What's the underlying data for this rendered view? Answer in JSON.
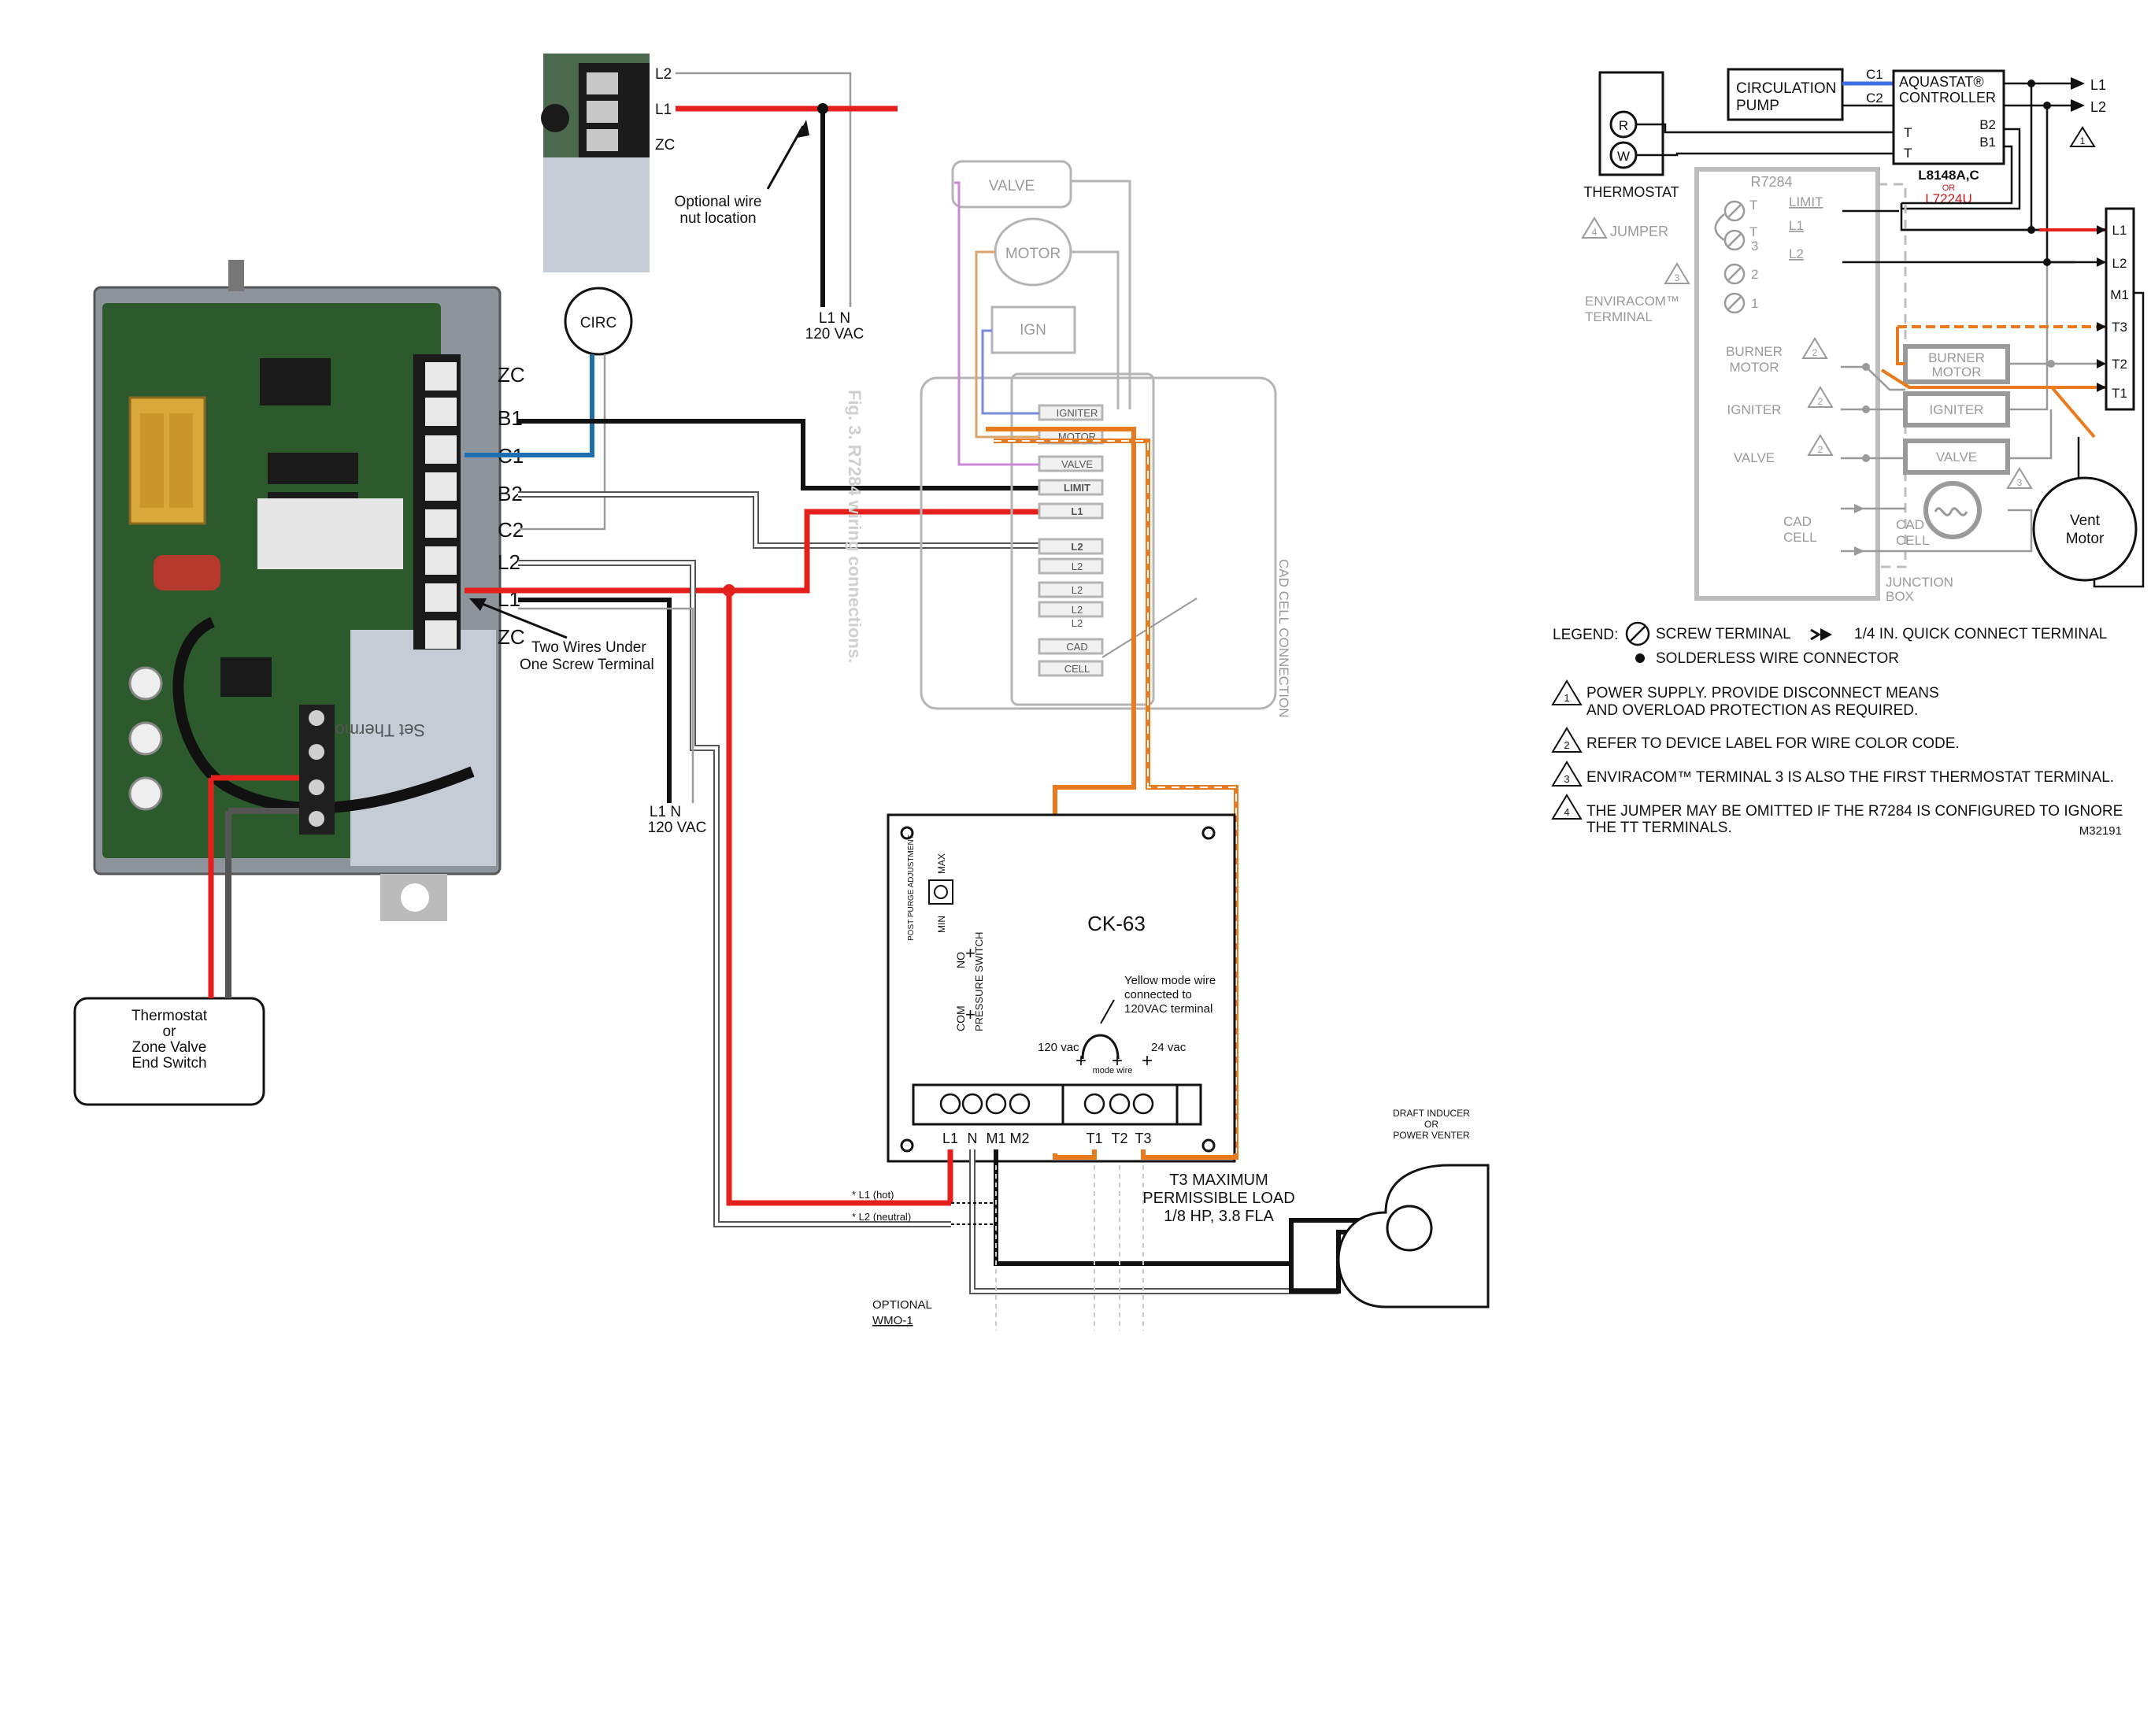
{
  "controller_photo": {
    "terminals": [
      "ZC",
      "B1",
      "C1",
      "B2",
      "C2",
      "L2",
      "L1",
      "ZC"
    ],
    "two_wires_note": [
      "Two Wires Under",
      "One Screw Terminal"
    ],
    "thermostat_box": [
      "Thermostat",
      "or",
      "Zone Valve",
      "End Switch"
    ],
    "circ_label": "CIRC"
  },
  "inset": {
    "terminals": [
      "L2",
      "L1",
      "ZC"
    ],
    "note": [
      "Optional wire",
      "nut location"
    ],
    "supply": [
      "L1    N",
      "120 VAC"
    ]
  },
  "supply_left": [
    "L1    N",
    "120 VAC"
  ],
  "r7284": {
    "fig_caption": "Fig. 3. R7284 wiring connections.",
    "devices": [
      "VALVE",
      "MOTOR",
      "IGN"
    ],
    "board_terminals": [
      "IGNITER",
      "MOTOR",
      "VALVE",
      "LIMIT",
      "L1",
      "L2",
      "L2",
      "L2",
      "L2",
      "L2",
      "CAD",
      "CELL"
    ],
    "cad_cell_connection": "CAD CELL CONNECTION"
  },
  "ck63": {
    "title": "CK-63",
    "postpurge": "POST PURGE ADJUSTMENT",
    "min": "MIN",
    "max": "MAX",
    "no": "NO",
    "com": "COM",
    "pressure_switch": "PRESSURE SWITCH",
    "mode_note": [
      "Yellow mode wire",
      "connected to",
      "120VAC terminal"
    ],
    "v120": "120 vac",
    "v24": "24 vac",
    "mode_wire": "mode wire",
    "terminals": [
      "L1",
      "N",
      "M1",
      "M2",
      "T1",
      "T2",
      "T3"
    ],
    "t3_load": [
      "T3 MAXIMUM",
      "PERMISSIBLE LOAD",
      "1/8 HP, 3.8 FLA"
    ],
    "l1_hot": "* L1 (hot)",
    "l2_neutral": "* L2 (neutral)",
    "optional": [
      "OPTIONAL",
      "WMO-1"
    ],
    "draft": [
      "DRAFT INDUCER",
      "OR",
      "POWER VENTER"
    ]
  },
  "schematic": {
    "circulation_pump": [
      "CIRCULATION",
      "PUMP"
    ],
    "aquastat": [
      "AQUASTAT®",
      "CONTROLLER"
    ],
    "model": "L8148A,C",
    "or_word": "OR",
    "alt_model": "L7224U",
    "c1": "C1",
    "c2": "C2",
    "t": "T",
    "b2": "B2",
    "b1": "B1",
    "l1": "L1",
    "l2": "L2",
    "thermostat": "THERMOSTAT",
    "r": "R",
    "w": "W",
    "r7284": "R7284",
    "t_labels": [
      "T",
      "T",
      "3"
    ],
    "limit": "LIMIT",
    "sch_l1": "L1",
    "sch_l2": "L2",
    "nums": [
      "2",
      "1"
    ],
    "jumper": "JUMPER",
    "enviracom": [
      "ENVIRACOM™",
      "TERMINAL"
    ],
    "burner_motor": [
      "BURNER",
      "MOTOR"
    ],
    "igniter": "IGNITER",
    "valve": "VALVE",
    "cad_cell": [
      "CAD",
      "CELL"
    ],
    "junction_box": [
      "JUNCTION",
      "BOX"
    ],
    "right_terms": [
      "L1",
      "L2",
      "M1",
      "T3",
      "T2",
      "T1"
    ],
    "vent_motor": [
      "Vent",
      "Motor"
    ],
    "marker_nums": [
      "1",
      "2",
      "3",
      "4"
    ]
  },
  "legend": {
    "title": "LEGEND:",
    "screw": "SCREW TERMINAL",
    "quick": "1/4 IN. QUICK CONNECT TERMINAL",
    "solderless": "SOLDERLESS WIRE CONNECTOR",
    "notes": [
      {
        "num": "1",
        "lines": [
          "POWER SUPPLY. PROVIDE DISCONNECT MEANS",
          "AND OVERLOAD PROTECTION AS REQUIRED."
        ]
      },
      {
        "num": "2",
        "lines": [
          "REFER TO DEVICE LABEL FOR WIRE COLOR CODE."
        ]
      },
      {
        "num": "3",
        "lines": [
          "ENVIRACOM™ TERMINAL 3 IS ALSO THE FIRST THERMOSTAT TERMINAL."
        ]
      },
      {
        "num": "4",
        "lines": [
          "THE JUMPER MAY BE OMITTED IF THE R7284 IS CONFIGURED TO IGNORE",
          "THE TT TERMINALS."
        ]
      }
    ],
    "code": "M32191"
  },
  "colors": {
    "hot": "#e3201b",
    "circ": "#1d6fb1",
    "motor_orange": "#e97a1e",
    "pcb": "#2d5a2d"
  }
}
